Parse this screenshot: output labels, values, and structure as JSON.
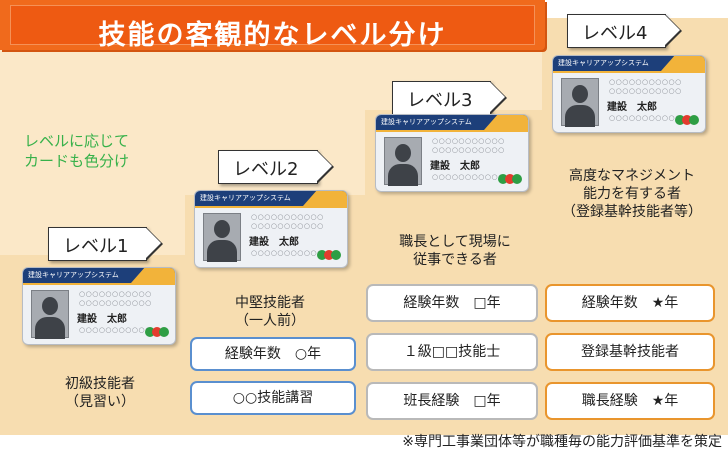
{
  "title": "技能の客観的なレベル分け",
  "note": [
    "レベルに応じて",
    "カードも色分け"
  ],
  "card": {
    "system_name": "建設キャリアアップシステム",
    "holder_name": "建設　太郎",
    "dots_text": "○○○○○○○○○○○"
  },
  "levels": [
    {
      "tag": "レベル1",
      "role": [
        "初級技能者",
        "（見習い）"
      ],
      "requirements": []
    },
    {
      "tag": "レベル2",
      "role": [
        "中堅技能者",
        "（一人前）"
      ],
      "requirements": [
        "経験年数　○年",
        "○○技能講習"
      ]
    },
    {
      "tag": "レベル3",
      "role": [
        "職長として現場に",
        "従事できる者"
      ],
      "requirements": [
        "経験年数　□年",
        "１級□□技能士",
        "班長経験　□年"
      ]
    },
    {
      "tag": "レベル4",
      "role": [
        "高度なマネジメント",
        "能力を有する者",
        "（登録基幹技能者等）"
      ],
      "requirements": [
        "経験年数　★年",
        "登録基幹技能者",
        "職長経験　★年"
      ]
    }
  ],
  "footnote": "※専門工事業団体等が職種毎の能力評価基準を策定",
  "colors": {
    "banner": "#ee5a12",
    "step_bg": "#f7ddb0",
    "card_header": "#1d3f7a",
    "note_green": "#37b14a",
    "box_blue": "#5a8fcf",
    "box_gray": "#b9b9b9",
    "box_orange": "#e9952d"
  }
}
